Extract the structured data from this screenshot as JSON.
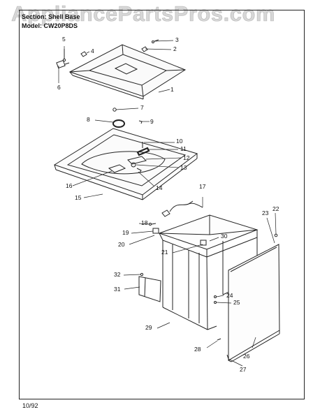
{
  "watermark": "AppliancePartsPros.com",
  "header": {
    "section": "Section: Shell Base",
    "model": "Model: CW20P8DS"
  },
  "footer": {
    "date": "10/92"
  },
  "callouts": [
    "1",
    "2",
    "3",
    "4",
    "5",
    "6",
    "7",
    "8",
    "9",
    "10",
    "11",
    "12",
    "13",
    "14",
    "15",
    "16",
    "17",
    "18",
    "19",
    "20",
    "21",
    "22",
    "23",
    "24",
    "25",
    "26",
    "27",
    "28",
    "29",
    "30",
    "31",
    "32"
  ]
}
